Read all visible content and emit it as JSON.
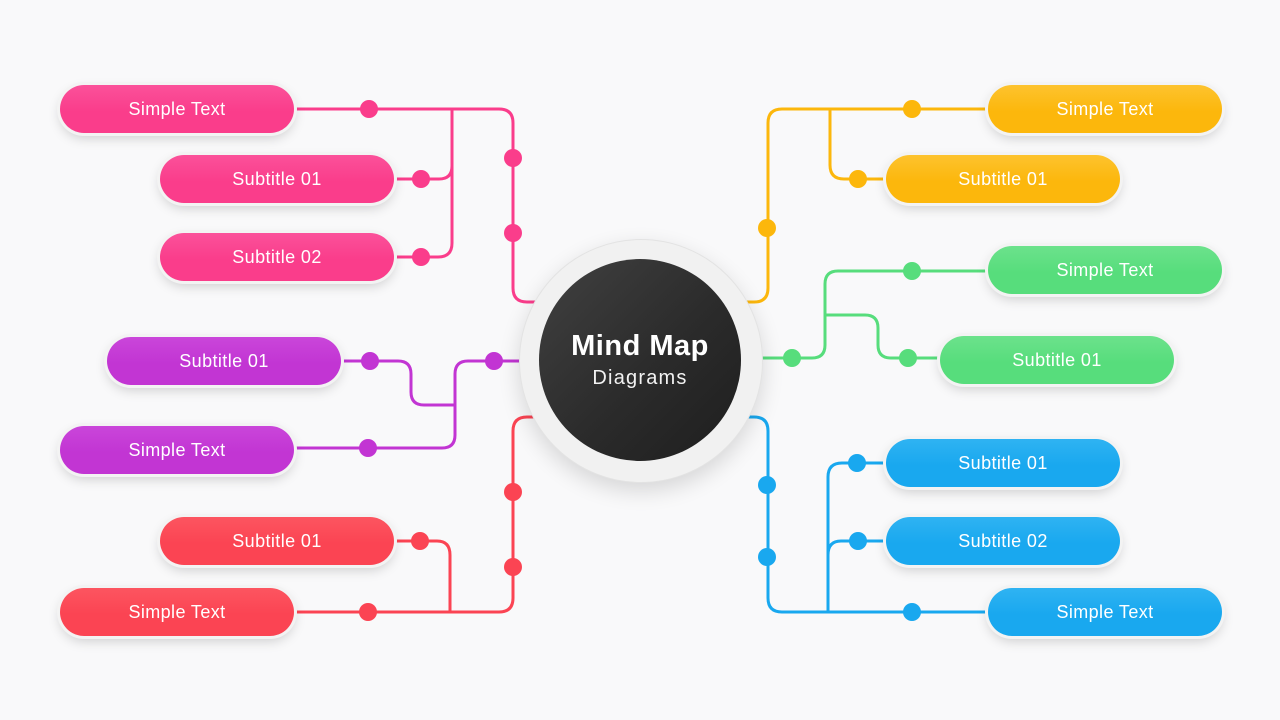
{
  "center": {
    "title": "Mind Map",
    "subtitle": "Diagrams"
  },
  "branches": {
    "pink": {
      "color": "#FA3D8B",
      "nodes": [
        "Simple Text",
        "Subtitle 01",
        "Subtitle 02"
      ]
    },
    "purple": {
      "color": "#C235D3",
      "nodes": [
        "Subtitle 01",
        "Simple Text"
      ]
    },
    "red": {
      "color": "#FB4453",
      "nodes": [
        "Subtitle 01",
        "Simple Text"
      ]
    },
    "yellow": {
      "color": "#FCB70C",
      "nodes": [
        "Simple Text",
        "Subtitle 01"
      ]
    },
    "green": {
      "color": "#57DD7C",
      "nodes": [
        "Simple Text",
        "Subtitle 01"
      ]
    },
    "blue": {
      "color": "#19A8EF",
      "nodes": [
        "Subtitle 01",
        "Subtitle 02",
        "Simple Text"
      ]
    }
  },
  "colors": {
    "background": "#F9F9FA",
    "center_dark": "#2B2B2B",
    "center_ring": "#F1F1F1"
  }
}
